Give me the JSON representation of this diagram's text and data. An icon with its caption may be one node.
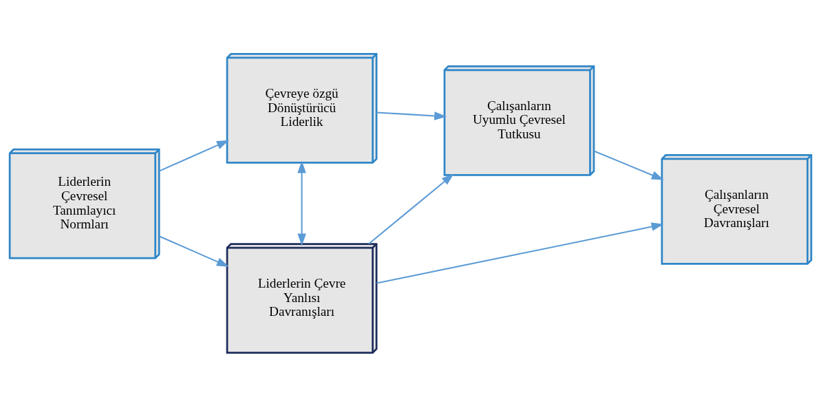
{
  "diagram": {
    "nodes": [
      {
        "text": [
          "Liderlerin Çevresel Tanımlayıcı Normları"
        ]
      },
      {
        "text": [
          "Çevreye özgü Dönüştürücü Liderlik"
        ]
      },
      {
        "text": [
          "Liderlerin Çevre Yanlısı Davranışları"
        ]
      },
      {
        "text": [
          "Çalışanların Uyumlu Çevresel Tutkusu"
        ]
      },
      {
        "text": [
          "Çalışanların Çevresel Davranışları"
        ]
      }
    ],
    "edges": [
      {
        "from": 0,
        "to": 1,
        "arrow": "to"
      },
      {
        "from": 0,
        "to": 2,
        "arrow": "to"
      },
      {
        "from": 1,
        "to": 2,
        "arrow": "both"
      },
      {
        "from": 1,
        "to": 3,
        "arrow": "to"
      },
      {
        "from": 2,
        "to": 3,
        "arrow": "to"
      },
      {
        "from": 3,
        "to": 4,
        "arrow": "to"
      },
      {
        "from": 2,
        "to": 4,
        "arrow": "to"
      }
    ]
  }
}
